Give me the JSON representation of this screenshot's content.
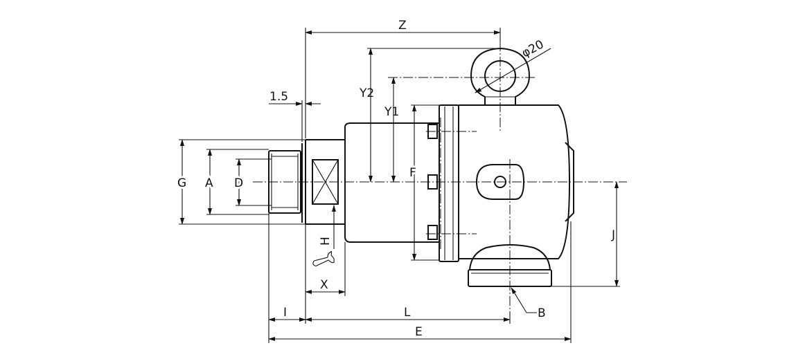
{
  "drawing": {
    "labels": {
      "z": "Z",
      "phi20": "φ20",
      "y2": "Y2",
      "y1": "Y1",
      "dim_1_5": "1.5",
      "g": "G",
      "a": "A",
      "d": "D",
      "f": "F",
      "h": "H",
      "x": "X",
      "j": "J",
      "b": "B",
      "i": "I",
      "l": "L",
      "e": "E"
    },
    "icons": {
      "wrench": "wrench-icon",
      "arrowhead": "arrowhead-icon"
    },
    "colors": {
      "line": "#111111",
      "background": "#ffffff"
    }
  }
}
